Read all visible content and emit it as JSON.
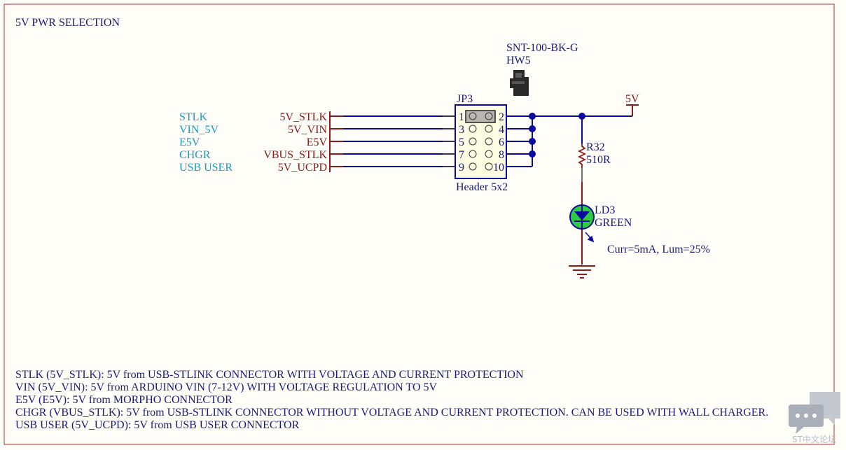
{
  "title": "5V  PWR SELECTION",
  "jumper": {
    "part": "SNT-100-BK-G",
    "ref": "HW5"
  },
  "header": {
    "ref": "JP3",
    "name": "Header 5x2",
    "pins_left": [
      "1",
      "3",
      "5",
      "7",
      "9"
    ],
    "pins_right": [
      "2",
      "4",
      "6",
      "8",
      "10"
    ]
  },
  "sources": [
    {
      "label": "STLK",
      "net": "5V_STLK"
    },
    {
      "label": "VIN_5V",
      "net": "5V_VIN"
    },
    {
      "label": "E5V",
      "net": "E5V"
    },
    {
      "label": "CHGR",
      "net": "VBUS_STLK"
    },
    {
      "label": "USB USER",
      "net": "5V_UCPD"
    }
  ],
  "power_net": "5V",
  "resistor": {
    "ref": "R32",
    "value": "510R"
  },
  "led": {
    "ref": "LD3",
    "value": "GREEN",
    "note": "Curr=5mA, Lum=25%"
  },
  "notes": [
    "STLK (5V_STLK): 5V from USB-STLINK CONNECTOR WITH VOLTAGE AND CURRENT PROTECTION",
    "VIN (5V_VIN): 5V from ARDUINO VIN (7-12V) WITH VOLTAGE REGULATION TO 5V",
    "E5V (E5V): 5V from MORPHO CONNECTOR",
    "CHGR (VBUS_STLK): 5V from USB-STLINK CONNECTOR WITHOUT VOLTAGE AND CURRENT PROTECTION. CAN BE USED WITH WALL CHARGER.",
    "USB USER (5V_UCPD): 5V from USB USER CONNECTOR"
  ],
  "watermark": "ST中文论坛",
  "colors": {
    "border": "#c0504d",
    "text": "#1a1a7a",
    "label": "#1c9bbd",
    "net": "#8b1a1a",
    "wire": "#0a0a9e",
    "led": "#2ecc40",
    "header_fill": "#fdfbe2"
  }
}
